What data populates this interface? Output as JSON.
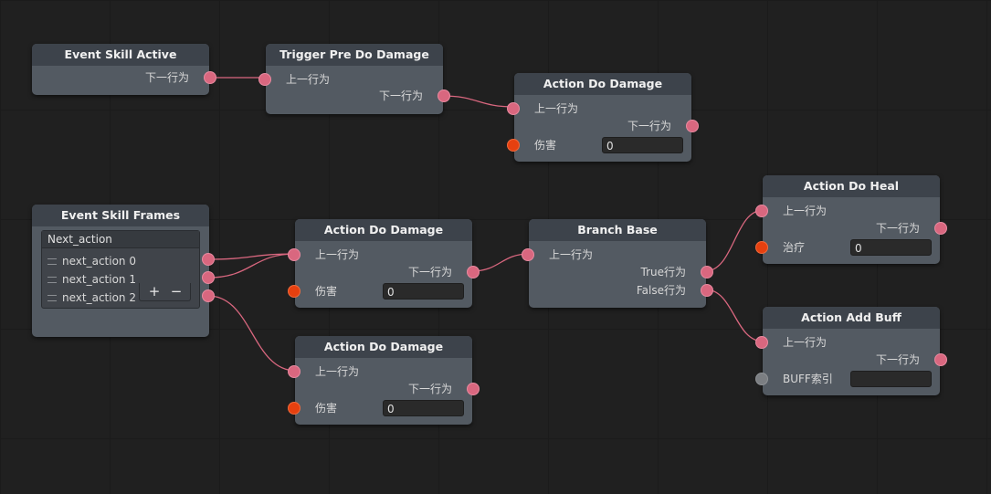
{
  "nodes": {
    "event_skill_active": {
      "title": "Event Skill Active",
      "out": "下一行为"
    },
    "trigger_pre_do_damage": {
      "title": "Trigger Pre Do Damage",
      "in": "上一行为",
      "out": "下一行为"
    },
    "action_do_damage_top": {
      "title": "Action Do Damage",
      "in": "上一行为",
      "out": "下一行为",
      "param_label": "伤害",
      "param_value": "0"
    },
    "event_skill_frames": {
      "title": "Event Skill Frames",
      "list_header": "Next_action",
      "items": [
        "next_action 0",
        "next_action 1",
        "next_action 2"
      ],
      "add": "+",
      "remove": "−"
    },
    "action_do_damage_mid": {
      "title": "Action Do Damage",
      "in": "上一行为",
      "out": "下一行为",
      "param_label": "伤害",
      "param_value": "0"
    },
    "action_do_damage_bottom": {
      "title": "Action Do Damage",
      "in": "上一行为",
      "out": "下一行为",
      "param_label": "伤害",
      "param_value": "0"
    },
    "branch_base": {
      "title": "Branch Base",
      "in": "上一行为",
      "out_true": "True行为",
      "out_false": "False行为"
    },
    "action_do_heal": {
      "title": "Action Do Heal",
      "in": "上一行为",
      "out": "下一行为",
      "param_label": "治疗",
      "param_value": "0"
    },
    "action_add_buff": {
      "title": "Action Add Buff",
      "in": "上一行为",
      "out": "下一行为",
      "param_label": "BUFF索引",
      "param_value": ""
    }
  },
  "colors": {
    "port_action": "#d9677f",
    "port_value": "#e6400f",
    "port_empty": "#7b7e82",
    "wire": "#d9677f"
  }
}
